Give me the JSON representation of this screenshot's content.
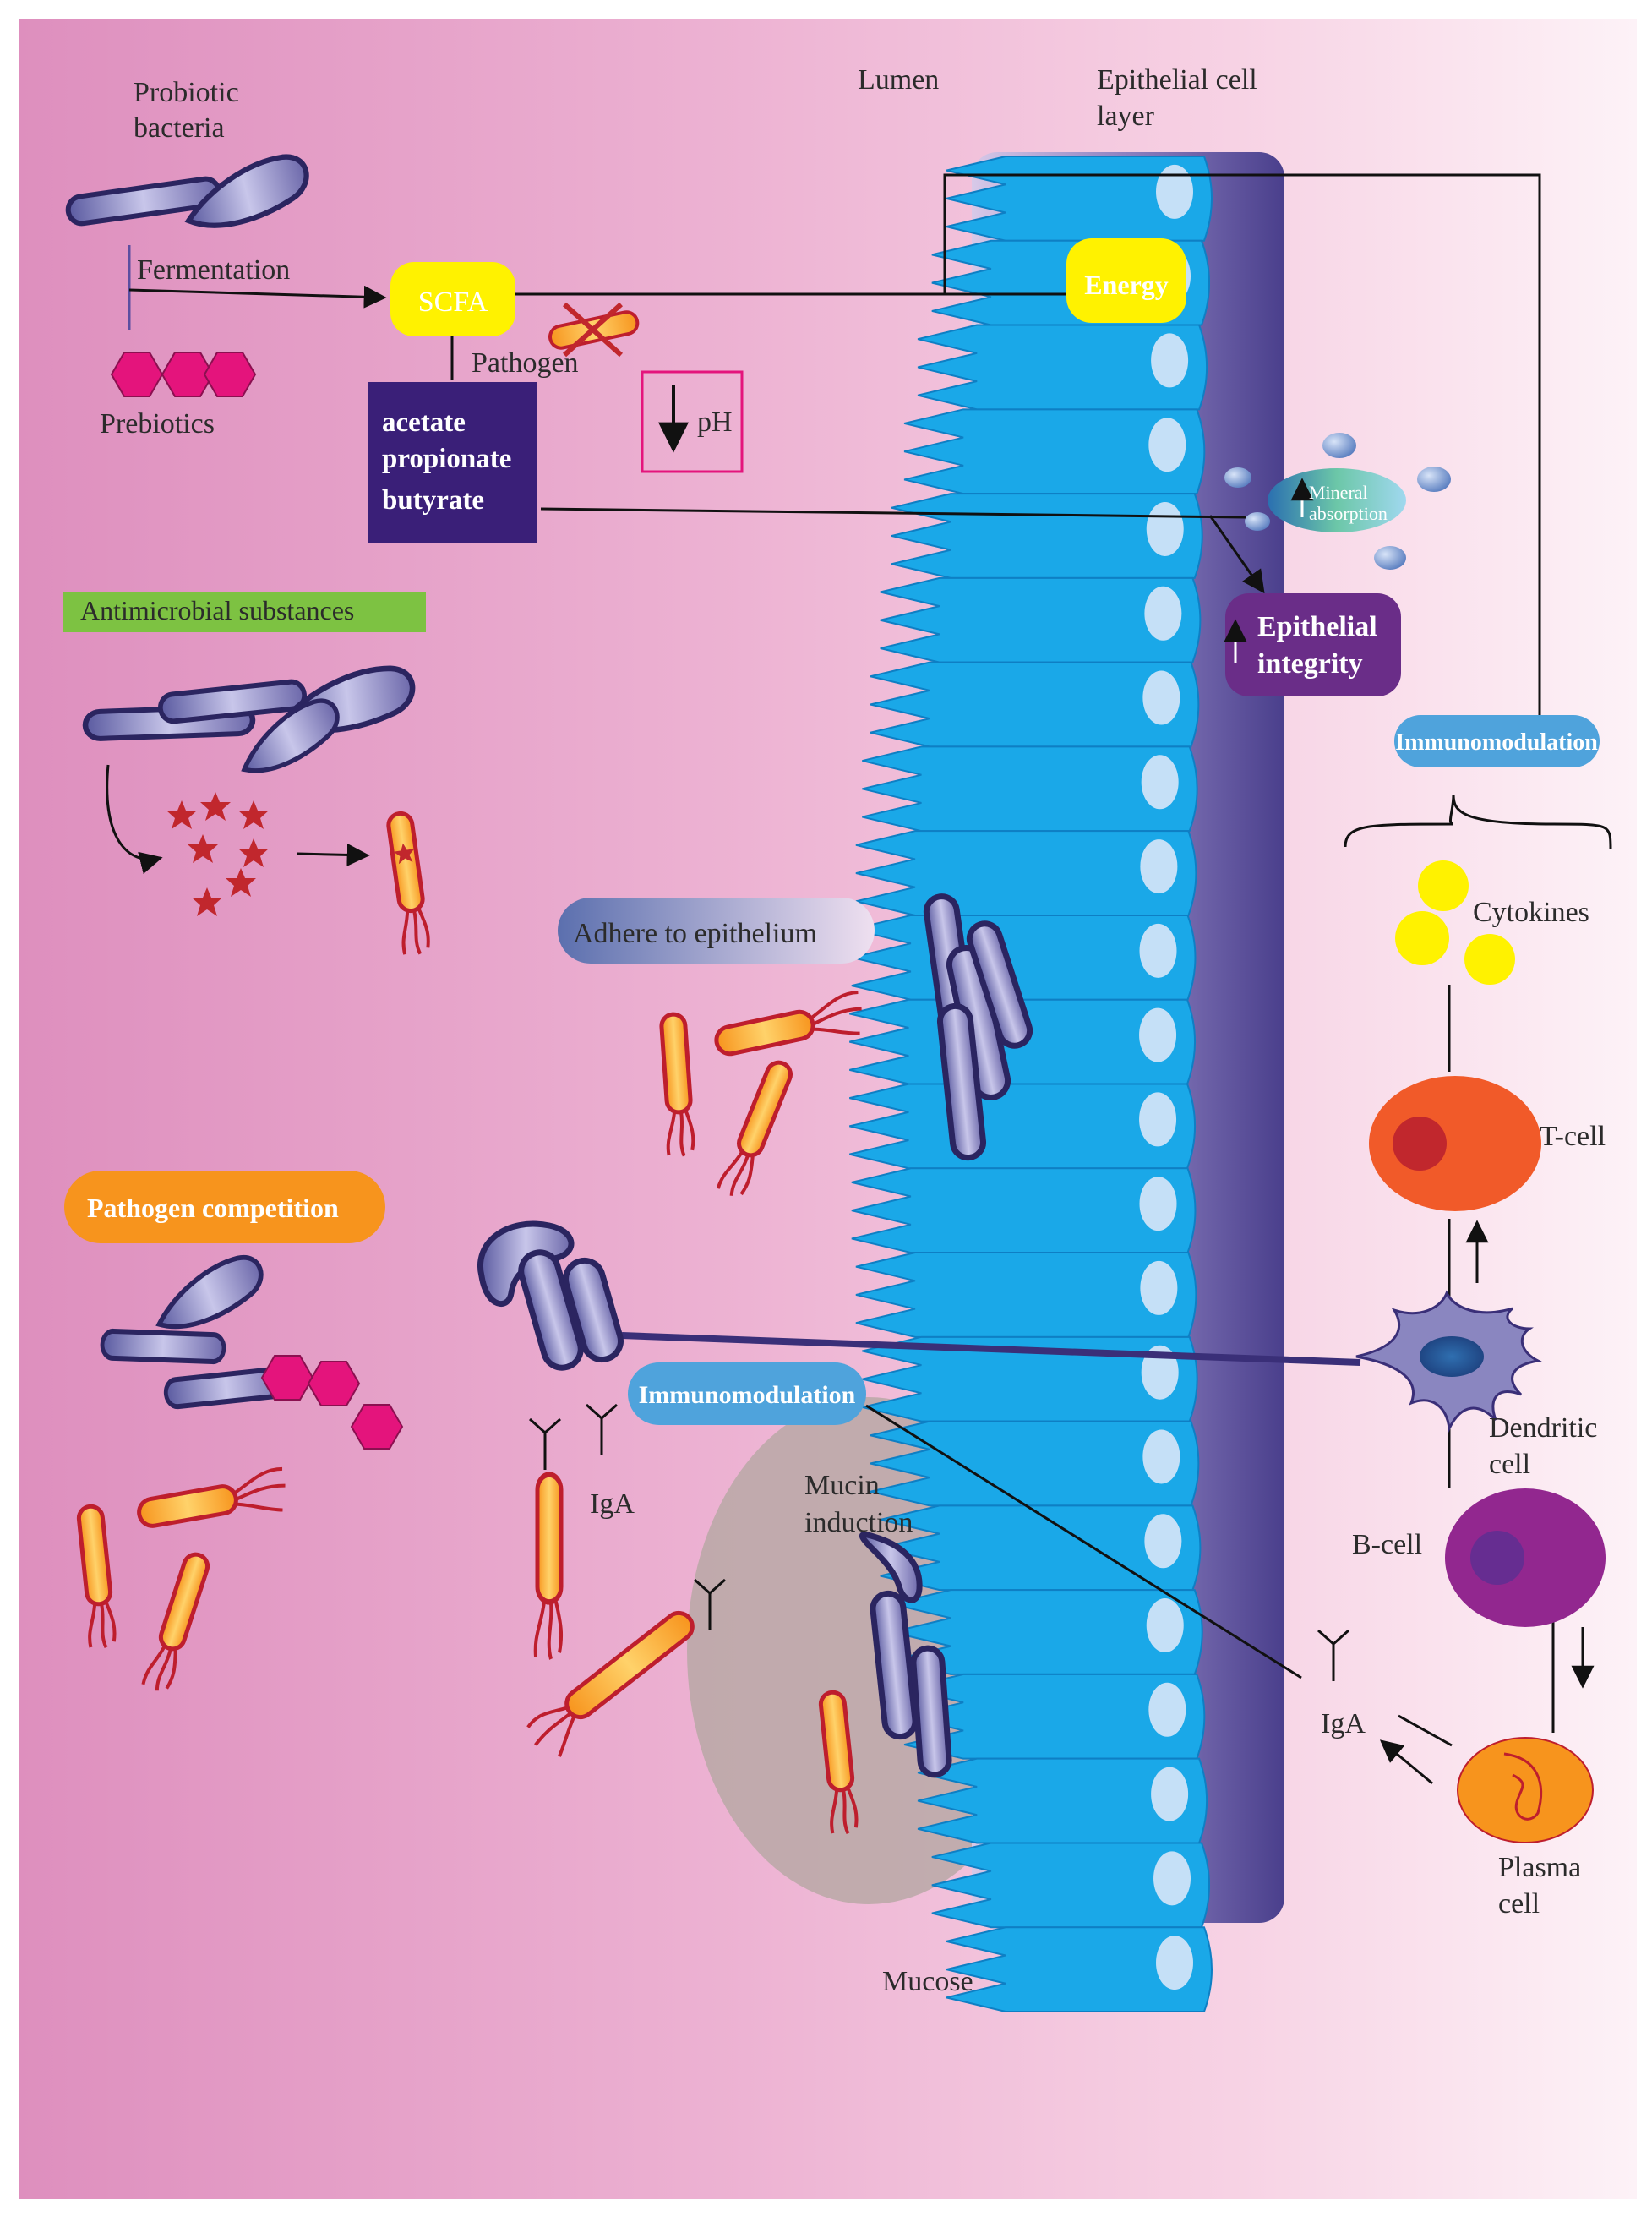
{
  "labels": {
    "probiotic": [
      "Probiotic",
      "bacteria"
    ],
    "fermentation": "Fermentation",
    "prebiotics": "Prebiotics",
    "scfa": "SCFA",
    "pathogen": "Pathogen",
    "ph": "pH",
    "scfa_types": [
      "acetate",
      "propionate",
      "butyrate"
    ],
    "lumen": "Lumen",
    "epithelial_layer": [
      "Epithelial cell",
      "layer"
    ],
    "energy": "Energy",
    "mineral_absorption": [
      "Mineral",
      "absorption"
    ],
    "epithelial_integrity": [
      "Epithelial",
      "integrity"
    ],
    "antimicrobial": "Antimicrobial substances",
    "adhere": "Adhere to epithelium",
    "pathogen_competition": "Pathogen competition",
    "immunomodulation_right": "Immunomodulation",
    "immunomodulation_mid": "Immunomodulation",
    "cytokines": "Cytokines",
    "tcell": "T-cell",
    "dendritic": [
      "Dendritic",
      "cell"
    ],
    "bcell": "B-cell",
    "iga_left": "IgA",
    "iga_right": "IgA",
    "plasma": [
      "Plasma",
      "cell"
    ],
    "mucin": [
      "Mucin",
      "induction"
    ],
    "mucose": "Mucose"
  },
  "colors": {
    "background_left": "#de8fbe",
    "background_right": "#fdf2f7",
    "epithelium": "#1aa8e8",
    "epithelium_outline": "#0e7fc4",
    "basal_band": "#4a3f8c",
    "scfa_box": "#fff200",
    "scfa_types_box": "#3a1f78",
    "energy_box": "#fff200",
    "antimicrobial_box": "#7dc242",
    "adhere_box": "#5b6fae",
    "pathogen_competition_box": "#f7941d",
    "immunomodulation_box": "#4fa3dc",
    "integrity_box": "#6a2d88",
    "prebiotic_hex": "#e4147c",
    "pathogen_fill": "#f7941d",
    "pathogen_outline": "#be1e2d",
    "probiotic_fill": "#8a86c0",
    "probiotic_outline": "#2b2560",
    "cytokine": "#fff200",
    "tcell_fill": "#f15a29",
    "tcell_nucleus": "#c1272d",
    "bcell_fill": "#92278f",
    "bcell_nucleus": "#662d91",
    "plasma_fill": "#f7941d",
    "mucose_fill": "#b8a8a6",
    "star": "#c1272d"
  },
  "icons": [
    "probiotic-bacteria-icon",
    "prebiotic-hexagon-icon",
    "pathogen-bacterium-icon",
    "antimicrobial-star-icon",
    "igA-antibody-icon",
    "cytokine-icon",
    "t-cell-icon",
    "b-cell-icon",
    "dendritic-cell-icon",
    "plasma-cell-icon",
    "mineral-ion-icon"
  ]
}
